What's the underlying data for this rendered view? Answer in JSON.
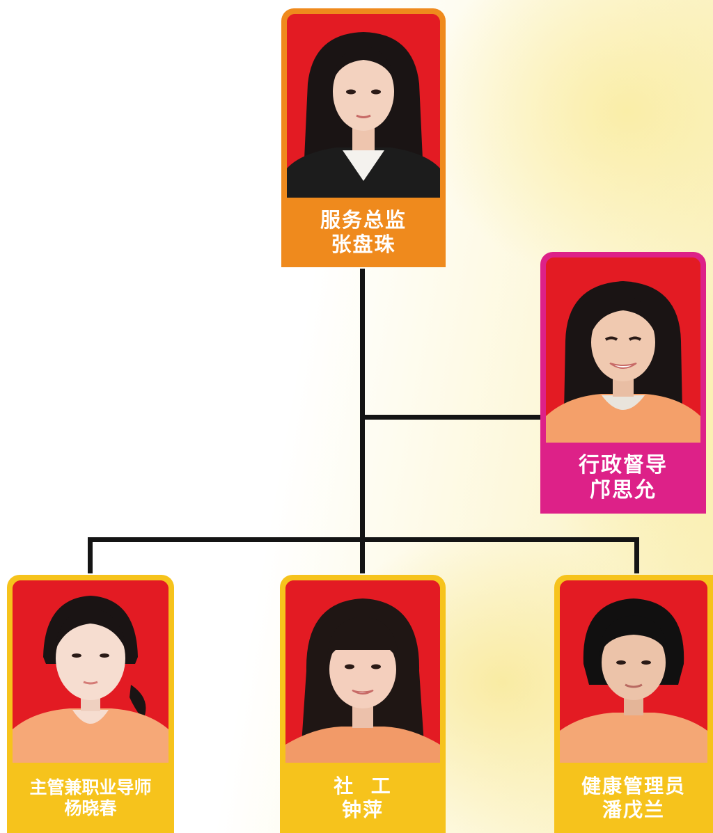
{
  "org_chart": {
    "director": {
      "title": "服务总监",
      "name": "张盘珠",
      "colors": {
        "frame": "#ef8a1d",
        "photo_bg": "#e31b23",
        "hair": "#1a1414",
        "clothing": "#1c1c1c",
        "skin": "#f3d2bf"
      }
    },
    "admin_supervisor": {
      "title": "行政督导",
      "name": "邝思允",
      "colors": {
        "frame": "#dd2188",
        "photo_bg": "#e31b23",
        "hair": "#1a1414",
        "clothing": "#f4a06a",
        "skin": "#f0c9b0"
      }
    },
    "staff": [
      {
        "title": "主管兼职业导师",
        "name": "杨晓春",
        "colors": {
          "frame": "#f6c31c",
          "photo_bg": "#e31b23",
          "hair": "#1a1414",
          "clothing": "#f6a877",
          "skin": "#f6ddd0"
        }
      },
      {
        "title": "社  工",
        "name": "钟萍",
        "colors": {
          "frame": "#f6c31c",
          "photo_bg": "#e31b23",
          "hair": "#1f1614",
          "clothing": "#f29a68",
          "skin": "#f4cfbd"
        }
      },
      {
        "title": "健康管理员",
        "name": "潘戊兰",
        "colors": {
          "frame": "#f6c31c",
          "photo_bg": "#e31b23",
          "hair": "#111010",
          "clothing": "#f4a775",
          "skin": "#ecc3a9"
        }
      }
    ],
    "line_color": "#141414"
  }
}
